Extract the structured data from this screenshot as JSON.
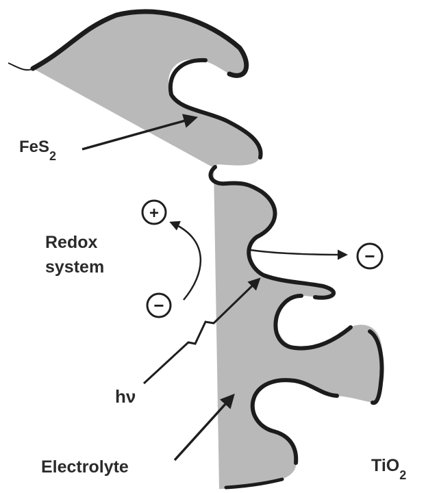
{
  "labels": {
    "fes2_main": "FeS",
    "fes2_sub": "2",
    "redox_line1": "Redox",
    "redox_line2": "system",
    "hv": "hν",
    "electrolyte": "Electrolyte",
    "tio2_main": "TiO",
    "tio2_sub": "2"
  },
  "signs": {
    "plus": "+",
    "minus": "−",
    "electron": "−"
  },
  "colors": {
    "electrolyte_fill": "#b9b9b9",
    "fes2_layer": "#1c1c1c",
    "text": "#2a2a2a",
    "background": "#ffffff"
  }
}
